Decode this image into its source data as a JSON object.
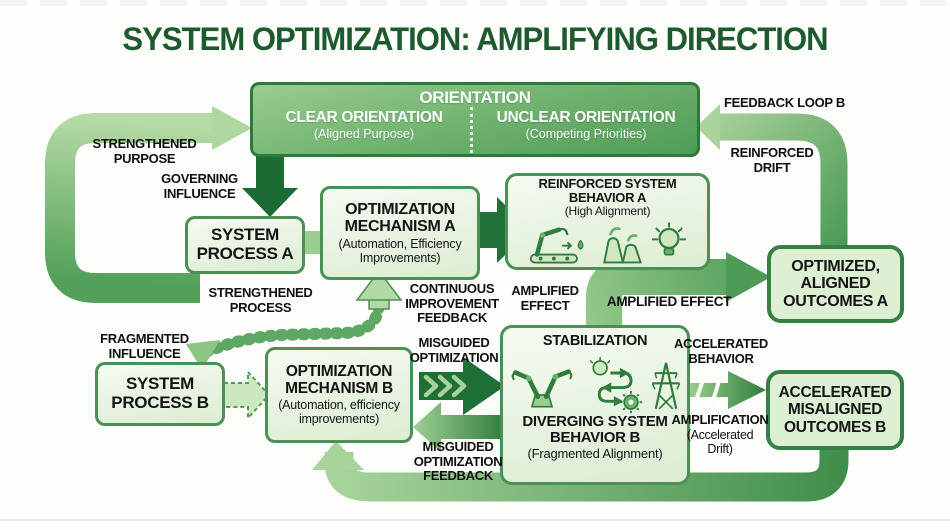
{
  "title": "SYSTEM OPTIMIZATION: AMPLIFYING DIRECTION",
  "orientation": {
    "header": "ORIENTATION",
    "clear": {
      "title": "CLEAR ORIENTATION",
      "subtitle": "(Aligned Purpose)"
    },
    "unclear": {
      "title": "UNCLEAR ORIENTATION",
      "subtitle": "(Competing Priorities)"
    }
  },
  "nodes": {
    "system_process_a": "SYSTEM\nPROCESS A",
    "optimization_mechanism_a": {
      "title": "OPTIMIZATION\nMECHANISM A",
      "subtitle": "(Automation, Efficiency\nImprovements)"
    },
    "reinforced_behavior_a": {
      "title": "REINFORCED SYSTEM BEHAVIOR A",
      "subtitle": "(High Alignment)"
    },
    "optimized_outcomes_a": "OPTIMIZED,\nALIGNED\nOUTCOMES A",
    "system_process_b": "SYSTEM\nPROCESS B",
    "optimization_mechanism_b": {
      "title": "OPTIMIZATION\nMECHANISM B",
      "subtitle": "(Automation, efficiency\nimprovements)"
    },
    "stabilization_box": {
      "title": "STABILIZATION",
      "behavior_title": "DIVERGING SYSTEM\nBEHAVIOR B",
      "behavior_subtitle": "(Fragmented Alignment)"
    },
    "accelerated_outcomes_b": "ACCELERATED\nMISALIGNED\nOUTCOMES B"
  },
  "labels": {
    "strengthened_purpose": "STRENGTHENED\nPURPOSE",
    "governing_influence": "GOVERNING\nINFLUENCE",
    "feedback_loop_b": "FEEDBACK LOOP B",
    "reinforced_drift": "REINFORCED\nDRIFT",
    "strengthened_process": "STRENGTHENED\nPROCESS",
    "continuous_improvement_feedback": "CONTINUOUS\nIMPROVEMENT\nFEEDBACK",
    "amplified_effect_left": "AMPLIFIED\nEFFECT",
    "amplified_effect_right": "AMPLIFIED EFFECT",
    "fragmented_influence": "FRAGMENTED\nINFLUENCE",
    "misguided_optimization": "MISGUIDED\nOPTIMIZATION",
    "accelerated_behavior": "ACCELERATED\nBEHAVIOR",
    "amplification_title": "AMPLIFICATION",
    "amplification_subtitle": "(Accelerated\nDrift)",
    "misguided_optimization_feedback": "MISGUIDED\nOPTIMIZATION\nFEEDBACK"
  },
  "icons": {
    "behavior_a": [
      "robot-arm-conveyor-icon",
      "cooling-towers-icon",
      "lightbulb-icon"
    ],
    "behavior_b": [
      "dual-robot-arms-icon",
      "bulb-cycle-gear-icon",
      "power-tower-icon"
    ]
  },
  "colors": {
    "title_green": "#1d5a2d",
    "banner_green": "#6db06c",
    "banner_border": "#2c7a3a",
    "box_fill": "#e6f3dd",
    "box_border": "#4c9055",
    "dark_arrow": "#1c6b35",
    "mid_arrow": "#4e9b58",
    "light_arrow": "#aed69f",
    "label_black": "#101010"
  }
}
